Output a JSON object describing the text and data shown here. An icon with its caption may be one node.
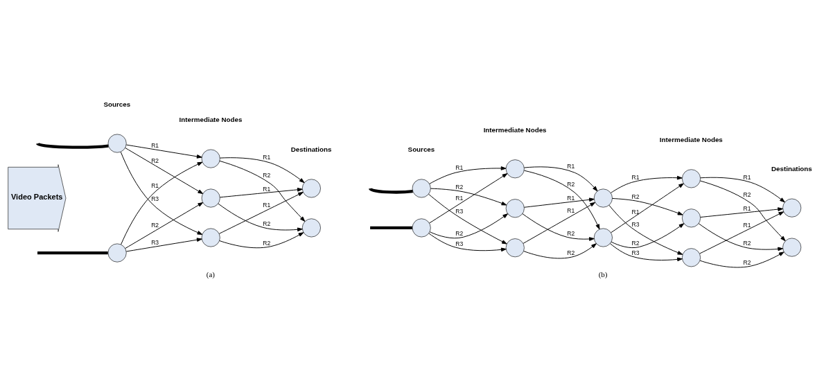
{
  "diagram": {
    "nodes": [
      {
        "text": [
          "Video Packets"
        ]
      },
      {
        "text": [],
        "shape": "circle"
      },
      {
        "text": [],
        "shape": "circle"
      },
      {
        "text": [],
        "shape": "circle"
      },
      {
        "text": [],
        "shape": "circle"
      },
      {
        "text": [],
        "shape": "circle"
      },
      {
        "text": [],
        "shape": "circle"
      },
      {
        "text": [],
        "shape": "circle"
      },
      {
        "text": [],
        "shape": "circle"
      },
      {
        "text": [],
        "shape": "circle"
      },
      {
        "text": [],
        "shape": "circle"
      },
      {
        "text": [],
        "shape": "circle"
      },
      {
        "text": [],
        "shape": "circle"
      },
      {
        "text": [],
        "shape": "circle"
      },
      {
        "text": [],
        "shape": "circle"
      },
      {
        "text": [],
        "shape": "circle"
      },
      {
        "text": [],
        "shape": "circle"
      },
      {
        "text": [],
        "shape": "circle"
      },
      {
        "text": [],
        "shape": "circle"
      },
      {
        "text": [],
        "shape": "circle"
      }
    ],
    "edges": [
      {
        "from": null,
        "to": 1,
        "arrow": "none",
        "style": "thick"
      },
      {
        "from": null,
        "to": 2,
        "arrow": "none",
        "style": "thick"
      },
      {
        "from": 1,
        "to": 3,
        "arrow": "to",
        "label": "R1"
      },
      {
        "from": 1,
        "to": 4,
        "arrow": "to",
        "label": "R2"
      },
      {
        "from": 1,
        "to": 5,
        "arrow": "to",
        "label": "R3"
      },
      {
        "from": 2,
        "to": 3,
        "arrow": "to",
        "label": "R1"
      },
      {
        "from": 2,
        "to": 4,
        "arrow": "to",
        "label": "R2"
      },
      {
        "from": 2,
        "to": 5,
        "arrow": "to",
        "label": "R3"
      },
      {
        "from": 3,
        "to": 6,
        "arrow": "to",
        "label": "R1"
      },
      {
        "from": 3,
        "to": 7,
        "arrow": "to",
        "label": "R2"
      },
      {
        "from": 4,
        "to": 6,
        "arrow": "to",
        "label": "R1"
      },
      {
        "from": 4,
        "to": 7,
        "arrow": "to",
        "label": "R2"
      },
      {
        "from": 5,
        "to": 6,
        "arrow": "to",
        "label": "R1"
      },
      {
        "from": 5,
        "to": 7,
        "arrow": "to",
        "label": "R2"
      },
      {
        "from": null,
        "to": 8,
        "arrow": "none",
        "style": "thick"
      },
      {
        "from": null,
        "to": 9,
        "arrow": "none",
        "style": "thick"
      },
      {
        "from": 8,
        "to": 10,
        "arrow": "to",
        "label": "R1"
      },
      {
        "from": 8,
        "to": 11,
        "arrow": "to",
        "label": "R2"
      },
      {
        "from": 8,
        "to": 12,
        "arrow": "to",
        "label": "R3"
      },
      {
        "from": 9,
        "to": 10,
        "arrow": "to",
        "label": "R1"
      },
      {
        "from": 9,
        "to": 11,
        "arrow": "to",
        "label": "R2"
      },
      {
        "from": 9,
        "to": 12,
        "arrow": "to",
        "label": "R3"
      },
      {
        "from": 10,
        "to": 13,
        "arrow": "to",
        "label": "R1"
      },
      {
        "from": 10,
        "to": 14,
        "arrow": "to",
        "label": "R2"
      },
      {
        "from": 11,
        "to": 13,
        "arrow": "to",
        "label": "R1"
      },
      {
        "from": 11,
        "to": 14,
        "arrow": "to",
        "label": "R2"
      },
      {
        "from": 12,
        "to": 13,
        "arrow": "to",
        "label": "R1"
      },
      {
        "from": 12,
        "to": 14,
        "arrow": "to",
        "label": "R2"
      },
      {
        "from": 13,
        "to": 15,
        "arrow": "to",
        "label": "R1"
      },
      {
        "from": 13,
        "to": 16,
        "arrow": "to",
        "label": "R2"
      },
      {
        "from": 13,
        "to": 17,
        "arrow": "to",
        "label": "R3"
      },
      {
        "from": 14,
        "to": 15,
        "arrow": "to",
        "label": "R1"
      },
      {
        "from": 14,
        "to": 16,
        "arrow": "to",
        "label": "R2"
      },
      {
        "from": 14,
        "to": 17,
        "arrow": "to",
        "label": "R3"
      },
      {
        "from": 15,
        "to": 18,
        "arrow": "to",
        "label": "R1"
      },
      {
        "from": 15,
        "to": 19,
        "arrow": "to",
        "label": "R2"
      },
      {
        "from": 16,
        "to": 18,
        "arrow": "to",
        "label": "R1"
      },
      {
        "from": 16,
        "to": 19,
        "arrow": "to",
        "label": "R2"
      },
      {
        "from": 17,
        "to": 18,
        "arrow": "to",
        "label": "R1"
      },
      {
        "from": 17,
        "to": 19,
        "arrow": "to",
        "label": "R2"
      }
    ],
    "labels": [
      "Sources",
      "Intermediate Nodes",
      "Destinations",
      "(a)",
      "Sources",
      "Intermediate Nodes",
      "Intermediate Nodes",
      "Destinations",
      "(b)"
    ]
  }
}
